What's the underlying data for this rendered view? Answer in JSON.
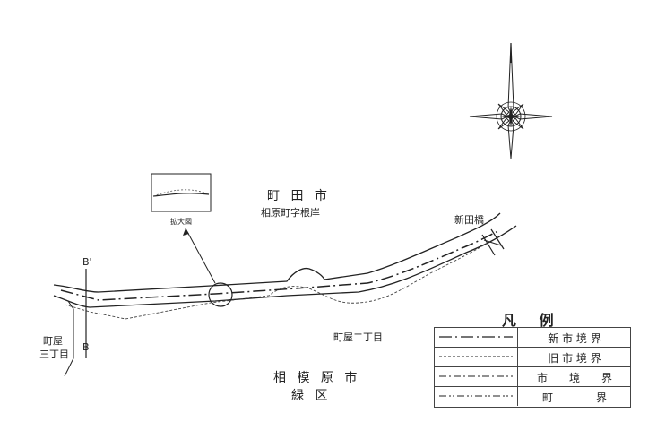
{
  "labels": {
    "machida_city": "町 田 市",
    "aihara_aza_negishi": "相原町字根岸",
    "shindenbashi": "新田橋",
    "enlarged_view": "拡大図",
    "machiya_2chome": "町屋二丁目",
    "machiya_3chome_a": "町屋",
    "machiya_3chome_b": "三丁目",
    "section_b_prime": "B'",
    "section_b": "B",
    "sagamihara_city": "相 模 原 市",
    "midori_ward": "緑 区"
  },
  "legend": {
    "title": "凡 例",
    "items": [
      {
        "label": "新 市 境 界",
        "line_style": "long-dash-dot"
      },
      {
        "label": "旧 市 境 界",
        "line_style": "dashed"
      },
      {
        "label": "市　　境　　界",
        "line_style": "dash-dot"
      },
      {
        "label": "町　　　　界",
        "line_style": "dash-dot-dot"
      }
    ]
  },
  "icons": {
    "compass": "compass-rose-icon"
  },
  "colors": {
    "ink": "#222222"
  }
}
